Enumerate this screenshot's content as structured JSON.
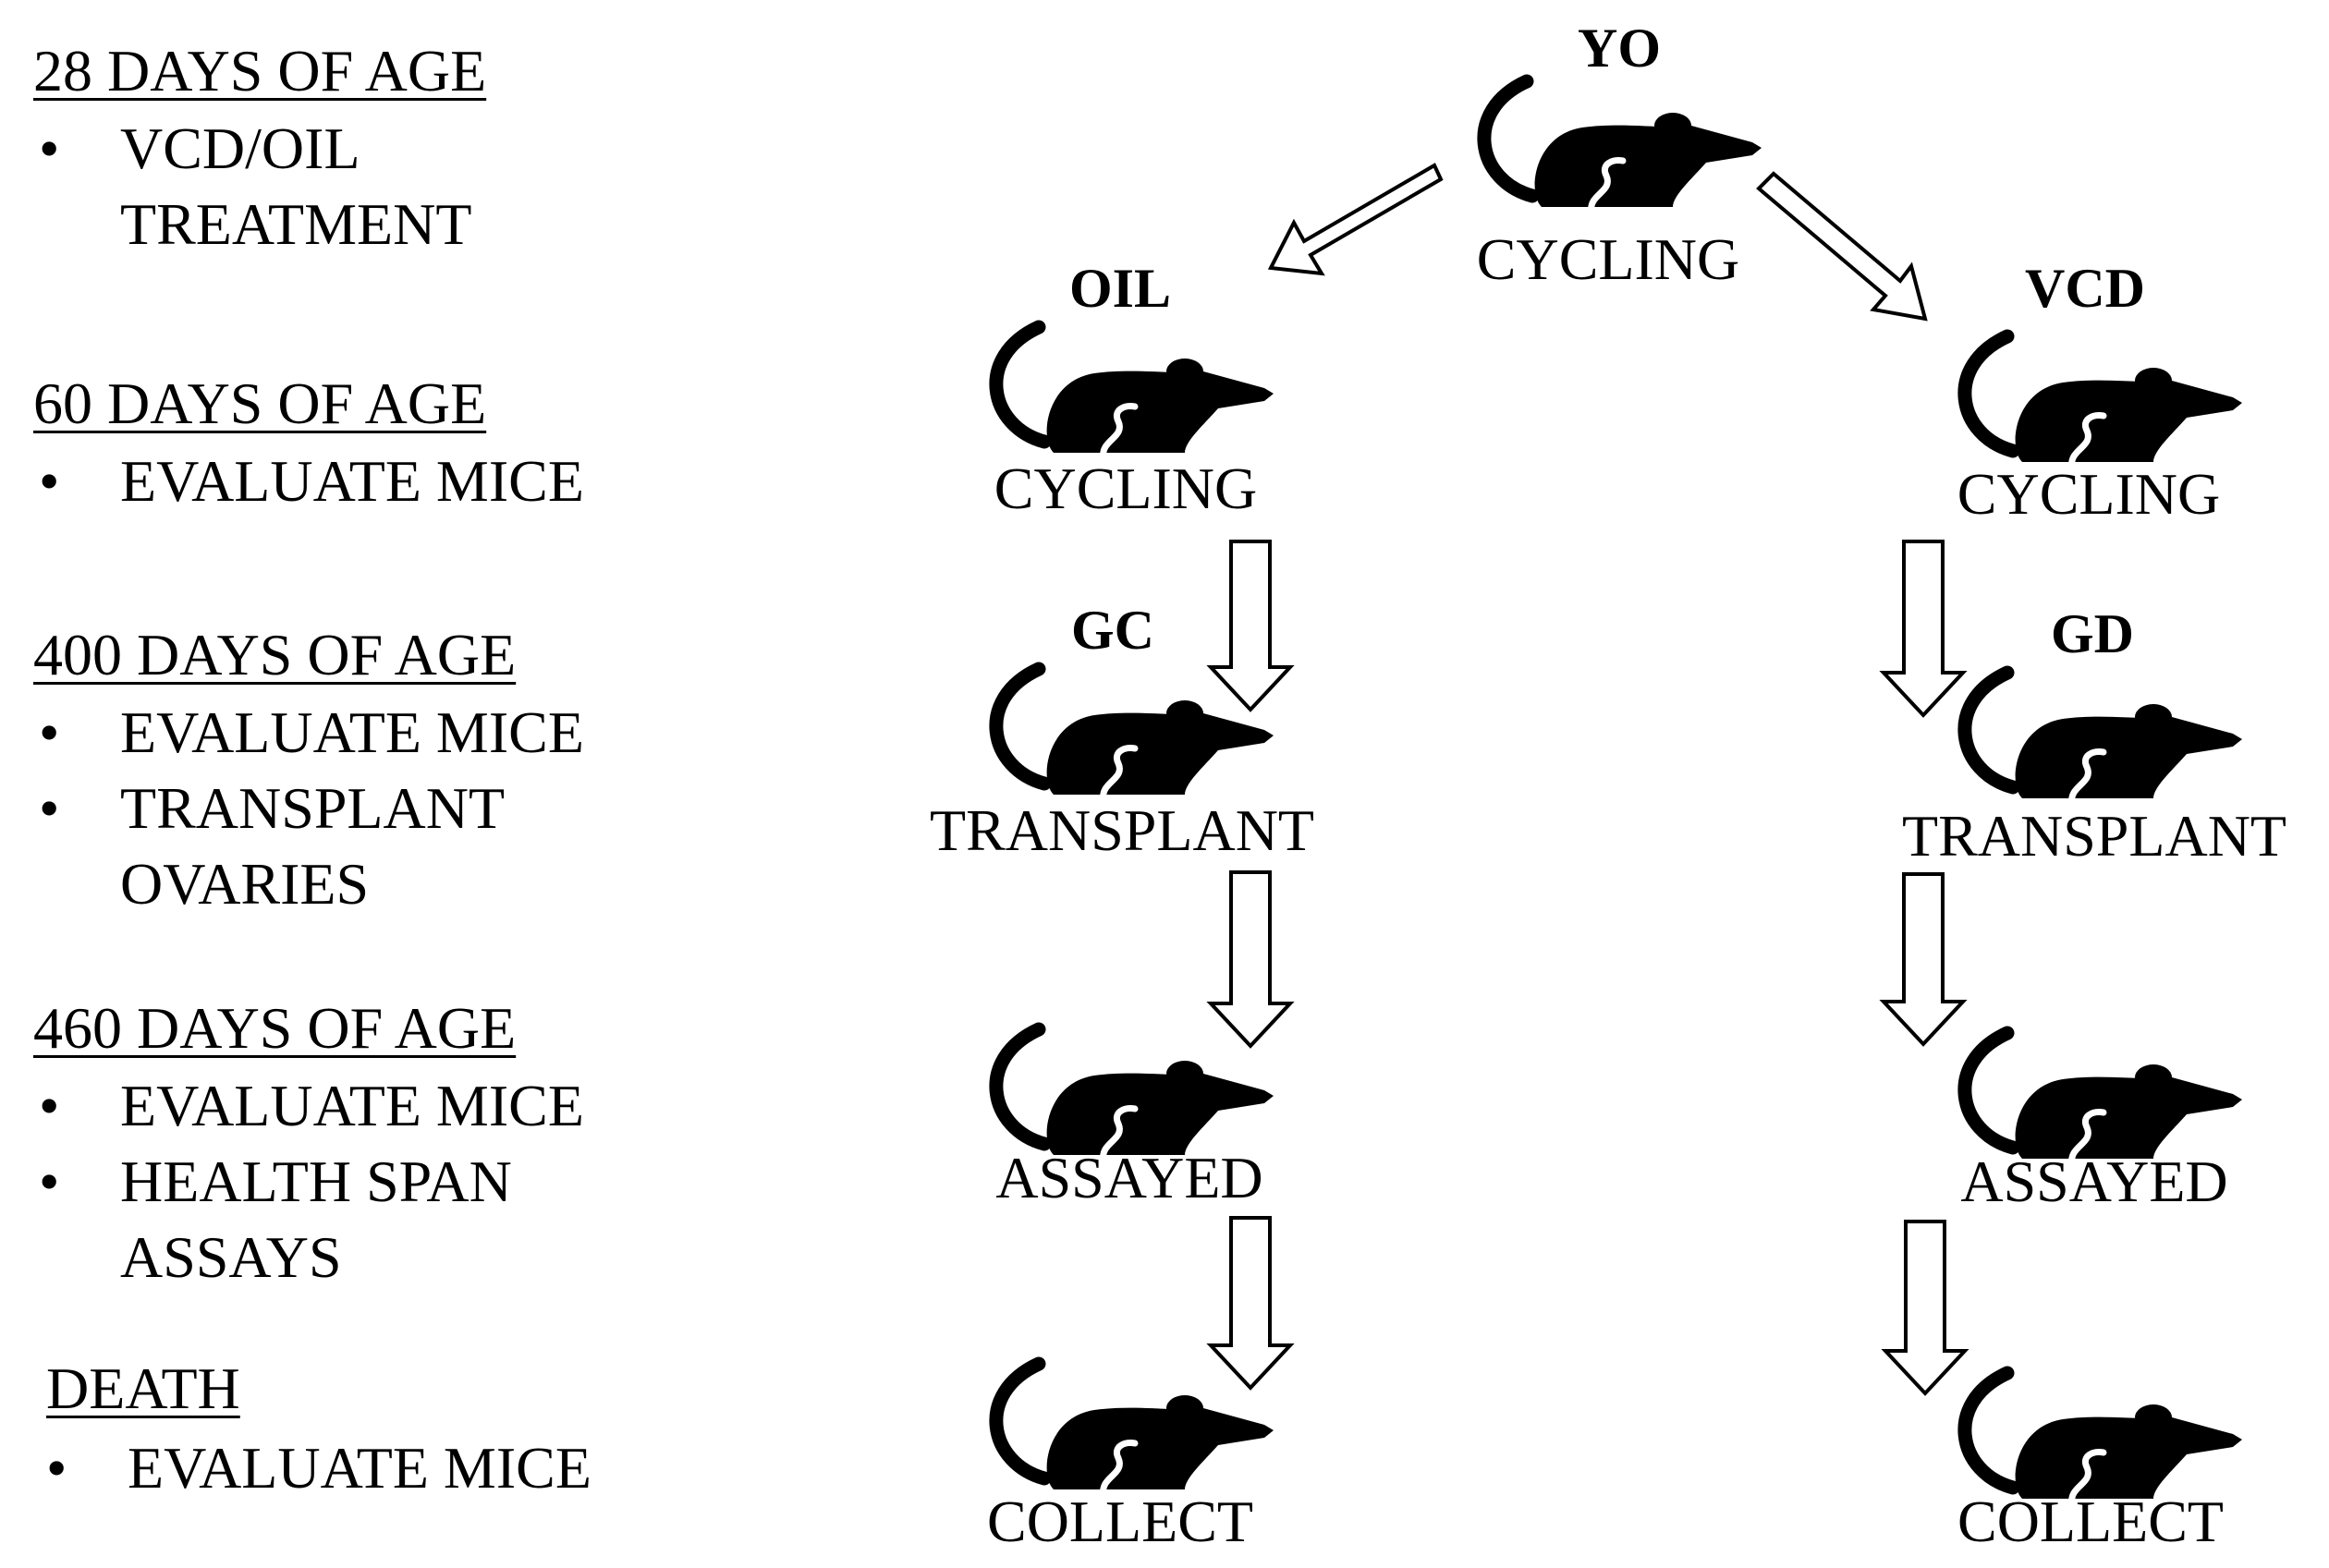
{
  "timeline": [
    {
      "heading": "28 DAYS OF AGE",
      "bullets": [
        [
          "VCD/OIL",
          "TREATMENT"
        ]
      ]
    },
    {
      "heading": "60 DAYS OF AGE",
      "bullets": [
        [
          "EVALUATE MICE"
        ]
      ]
    },
    {
      "heading": "400 DAYS OF AGE",
      "bullets": [
        [
          "EVALUATE MICE"
        ],
        [
          "TRANSPLANT",
          "OVARIES"
        ]
      ]
    },
    {
      "heading": "460 DAYS OF AGE",
      "bullets": [
        [
          "EVALUATE MICE"
        ],
        [
          "HEALTH SPAN",
          "ASSAYS"
        ]
      ]
    },
    {
      "heading": "DEATH",
      "bullets": [
        [
          "EVALUATE MICE"
        ]
      ]
    }
  ],
  "bullet_symbol": "•",
  "diagram": {
    "root": {
      "group": "YO",
      "status": "CYCLING"
    },
    "left_branch": [
      {
        "group": "OIL",
        "status": "CYCLING"
      },
      {
        "group": "GC",
        "status": "TRANSPLANT"
      },
      {
        "group": "",
        "status": "ASSAYED"
      },
      {
        "group": "",
        "status": "COLLECT"
      }
    ],
    "right_branch": [
      {
        "group": "VCD",
        "status": "CYCLING"
      },
      {
        "group": "GD",
        "status": "TRANSPLANT"
      },
      {
        "group": "",
        "status": "ASSAYED"
      },
      {
        "group": "",
        "status": "COLLECT"
      }
    ],
    "icon": "mouse-icon",
    "colors": {
      "ink": "#000000",
      "background": "#ffffff"
    }
  }
}
